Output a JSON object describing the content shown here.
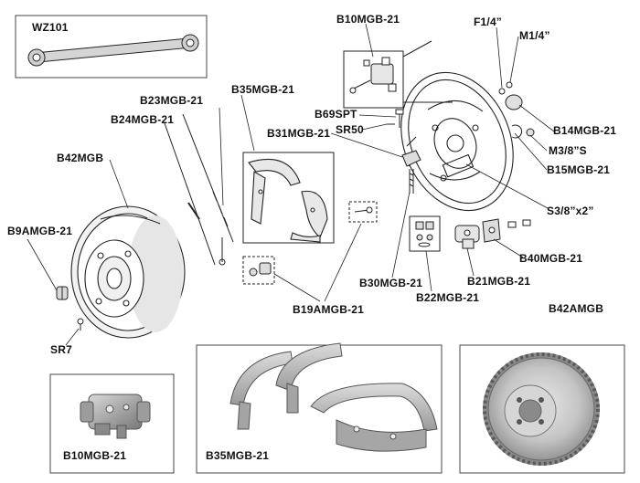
{
  "diagram": {
    "labels": {
      "wz101": "WZ101",
      "b10mgb21": "B10MGB-21",
      "f14": "F1/4”",
      "m14": "M1/4”",
      "b23mgb21": "B23MGB-21",
      "b35mgb21_top": "B35MGB-21",
      "b69spt": "B69SPT",
      "sr50": "SR50",
      "b24mgb21": "B24MGB-21",
      "b31mgb21": "B31MGB-21",
      "b14mgb21": "B14MGB-21",
      "m38s": "M3/8”S",
      "b15mgb21": "B15MGB-21",
      "b42mgb": "B42MGB",
      "b9amgb21": "B9AMGB-21",
      "s38x2": "S3/8”x2”",
      "b40mgb21": "B40MGB-21",
      "b21mgb21": "B21MGB-21",
      "b30mgb21": "B30MGB-21",
      "b22mgb21": "B22MGB-21",
      "b19amgb21": "B19AMGB-21",
      "b42amgb": "B42AMGB",
      "sr7": "SR7",
      "b10mgb21_bottom": "B10MGB-21",
      "b35mgb21_bottom": "B35MGB-21"
    },
    "colors": {
      "line": "#222222",
      "photo_metal": "#b8b8b8",
      "photo_dark": "#6e6e6e"
    }
  }
}
